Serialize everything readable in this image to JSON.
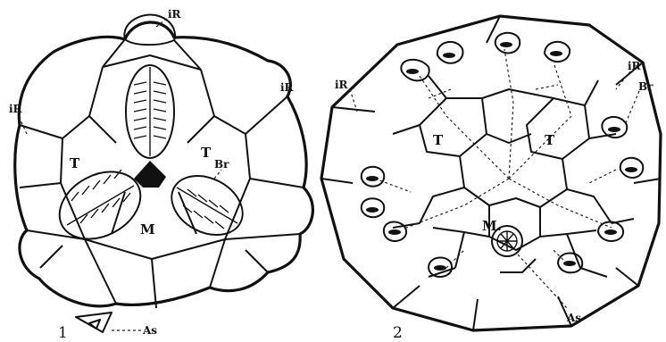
{
  "figures": [
    {
      "number": "1",
      "labels": {
        "iR_top": "iR",
        "iR_left": "iR",
        "iR_right": "iR",
        "T_left": "T",
        "T_right": "T",
        "Br": "Br",
        "M": "M",
        "As": "As"
      }
    },
    {
      "number": "2",
      "labels": {
        "iR_left": "iR",
        "iR_right": "iR",
        "Br": "Br",
        "T_left": "T",
        "T_right": "T",
        "M": "M.",
        "As": "As"
      }
    }
  ]
}
